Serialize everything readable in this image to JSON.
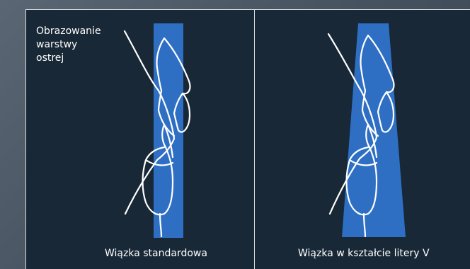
{
  "diagram": {
    "annotation": "Obrazowanie\nwarstwy\nostrej",
    "panels": [
      {
        "caption": "Wiązka standardowa"
      },
      {
        "caption": "Wiązka w kształcie litery V"
      }
    ],
    "colors": {
      "background": "#182836",
      "beam": "#2e6fc4",
      "outline": "#ffffff",
      "frame": "#d8dde2"
    }
  }
}
